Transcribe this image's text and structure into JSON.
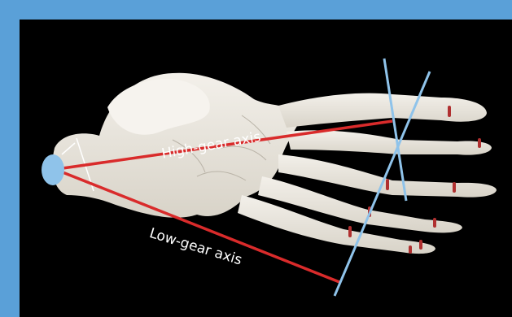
{
  "figure": {
    "subject": "foot-skeleton-dorsal-view",
    "colors": {
      "frame": "#5aa0d8",
      "background": "#000000",
      "bone": "#ece8e0",
      "axis_line": "#d92b2b",
      "reference_line": "#8fc3ea",
      "calcaneus_marker": "#8fc3ea"
    },
    "labels": {
      "high_gear": "High-gear axis",
      "low_gear": "Low-gear axis"
    }
  }
}
